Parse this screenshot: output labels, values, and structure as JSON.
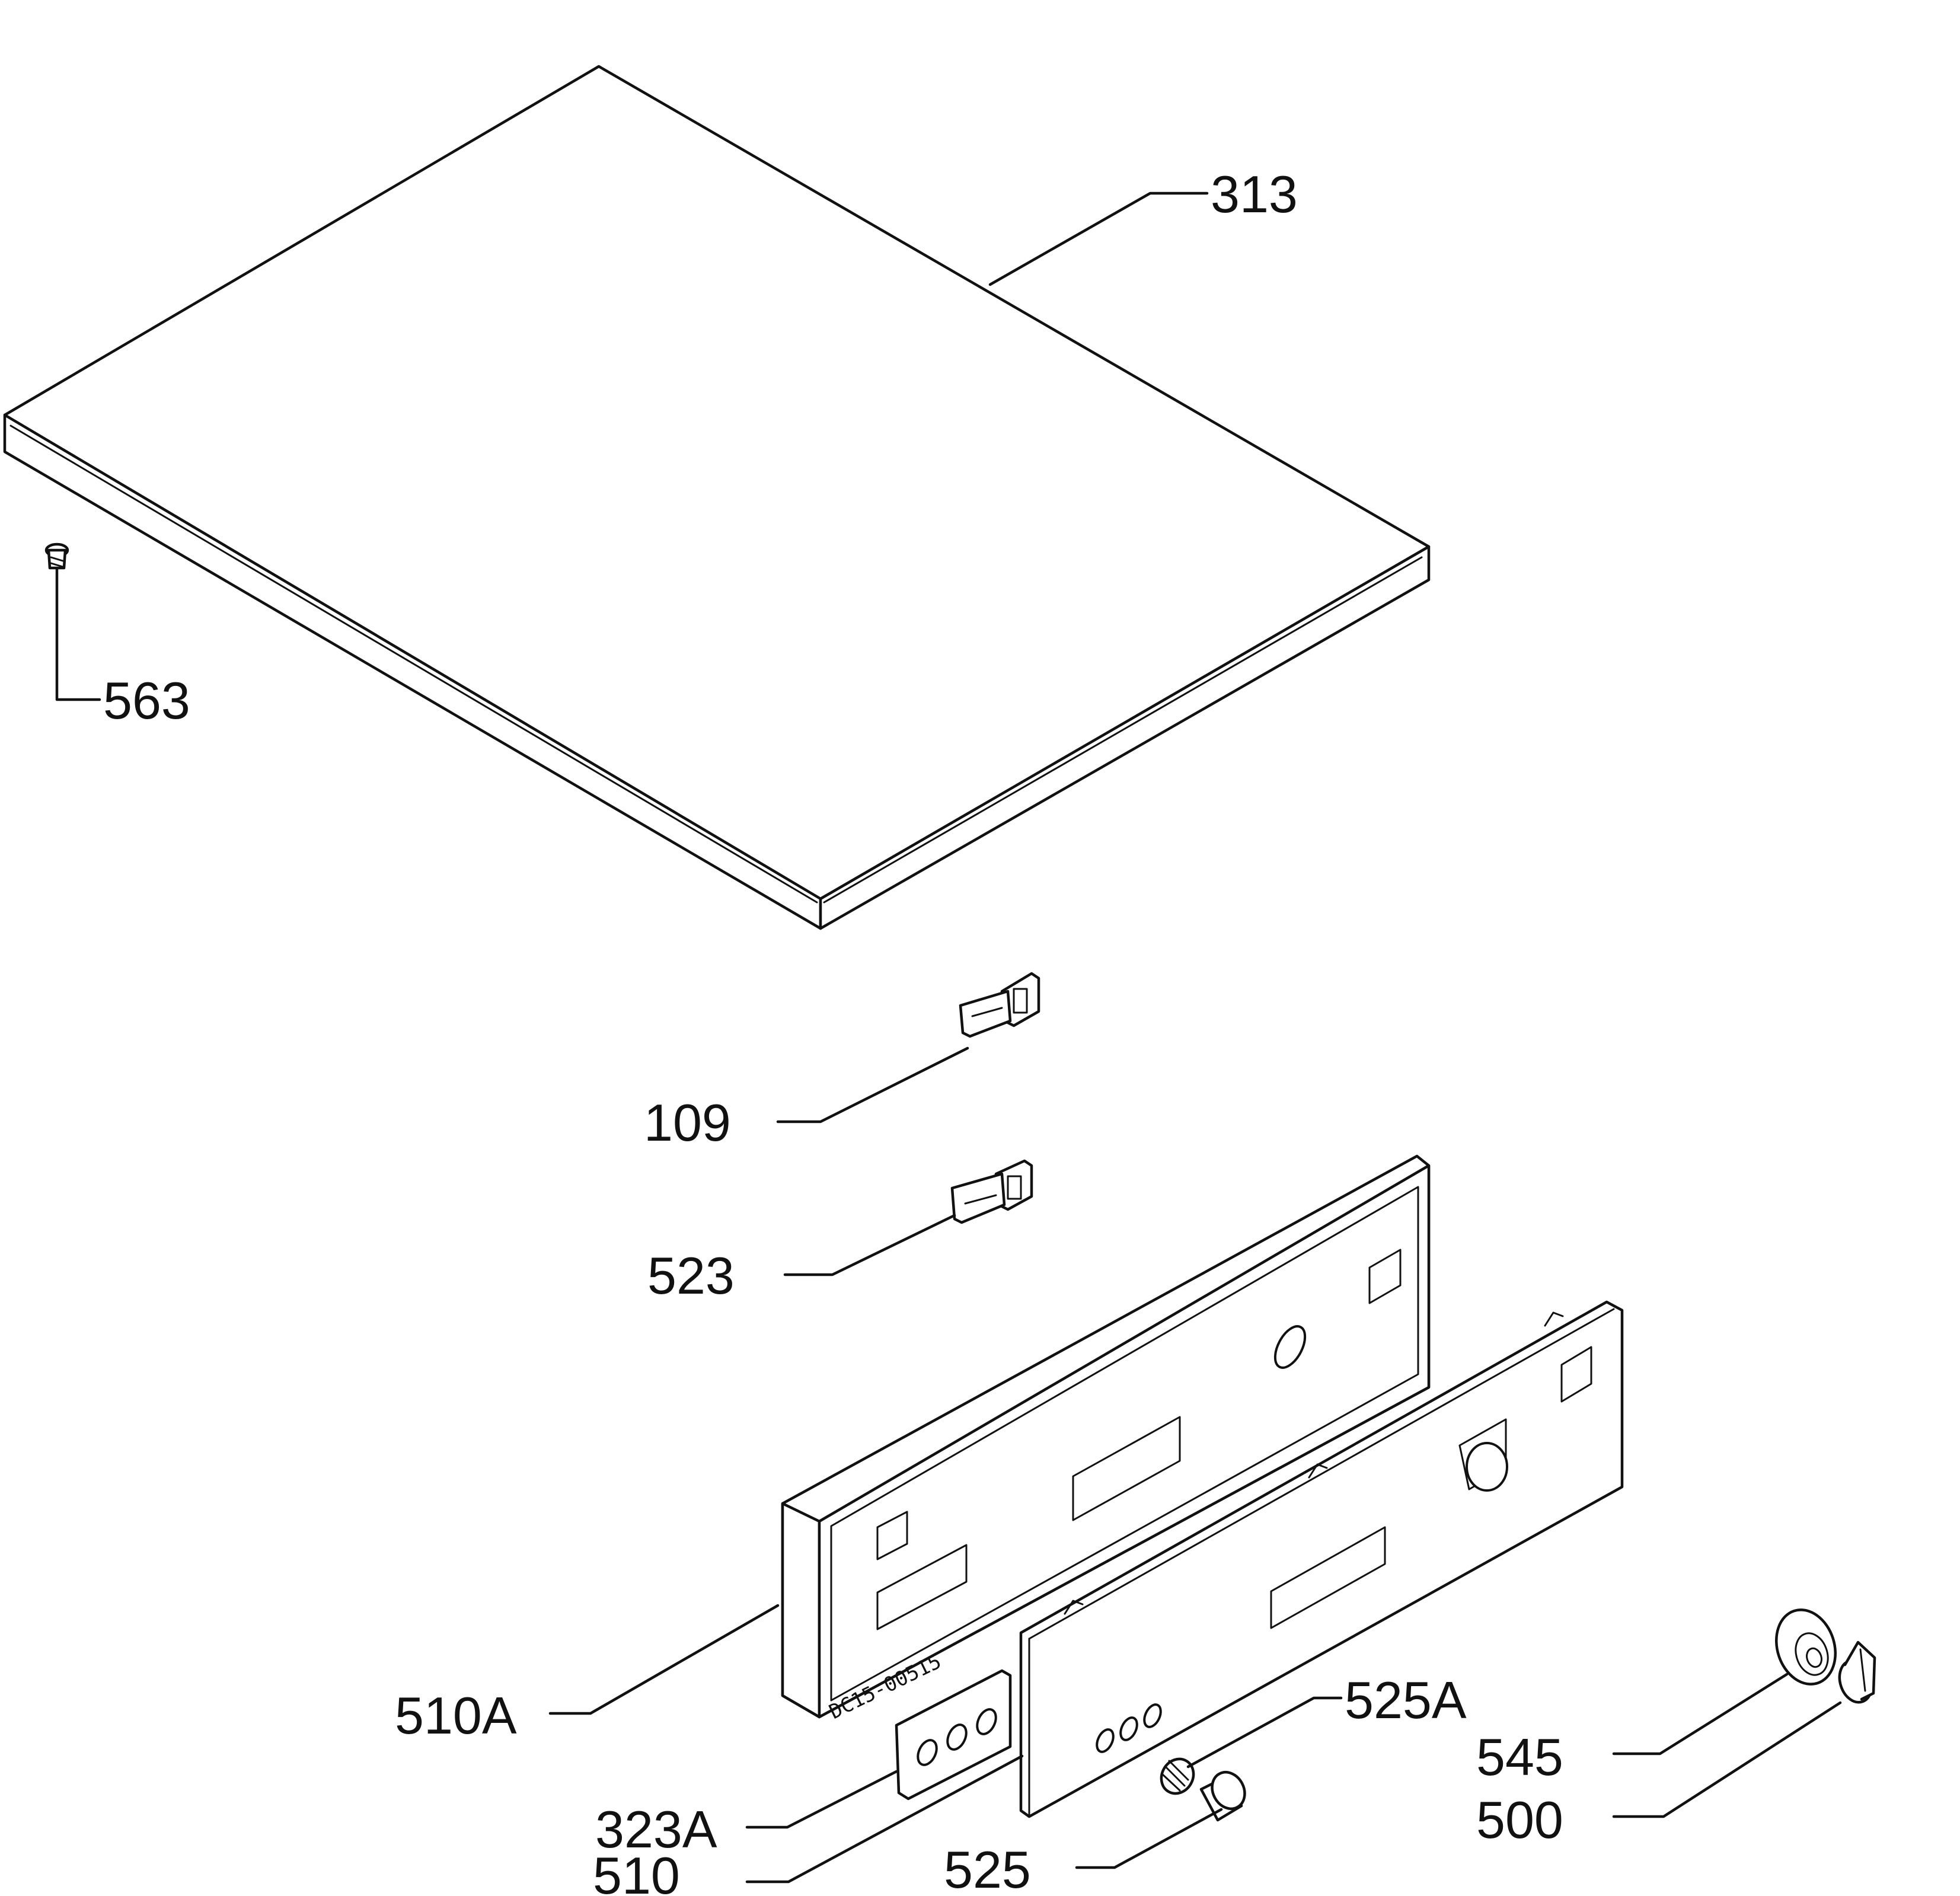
{
  "callouts": {
    "c313": "313",
    "c563": "563",
    "c109": "109",
    "c523": "523",
    "c510a": "510A",
    "c323a": "323A",
    "c510": "510",
    "c525": "525",
    "c525a": "525A",
    "c545": "545",
    "c500": "500"
  },
  "panel_stamp": "DC15-00515",
  "colors": {
    "line": "#111111",
    "background": "#ffffff"
  }
}
